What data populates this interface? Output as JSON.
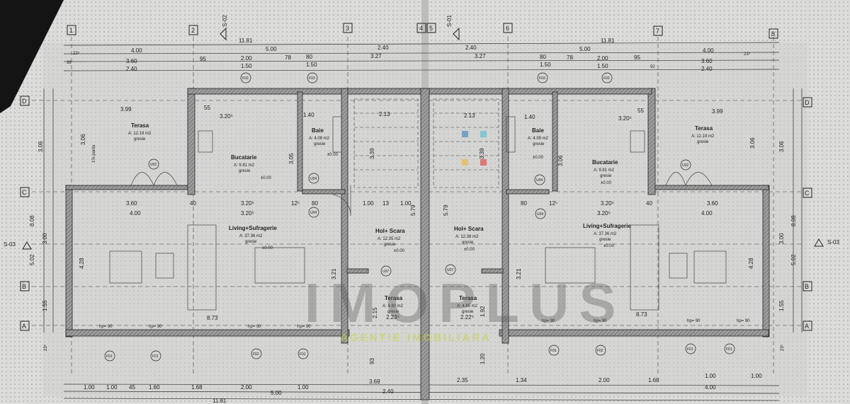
{
  "plan": {
    "grid_columns": [
      "1",
      "2",
      "3",
      "4",
      "5",
      "6",
      "7",
      "8"
    ],
    "grid_rows": [
      "D",
      "C",
      "B",
      "A"
    ],
    "sections": [
      "S-01",
      "S-02",
      "S-03",
      "S-03"
    ],
    "rooms": [
      {
        "name": "Terasa",
        "area": "A: 12.19 m2",
        "floor": "gresie"
      },
      {
        "name": "Bucatarie",
        "area": "A: 9.81 m2",
        "floor": "gresie",
        "level": "±0.00"
      },
      {
        "name": "Baie",
        "area": "A: 4.09 m2",
        "floor": "gresie",
        "level": "±0.00"
      },
      {
        "name": "Living+Sufragerie",
        "area": "A: 37.36 m2",
        "floor": "gresie",
        "level": "±0.00"
      },
      {
        "name": "Hol+ Scara",
        "area": "A: 12.35 m2",
        "floor": "gresie",
        "level": "±0.00"
      },
      {
        "name": "Terasa",
        "area": "A: 4.80 m2",
        "floor": "gresie"
      },
      {
        "name": "Terasa",
        "area": "A: 4.85 m2",
        "floor": "gresie"
      },
      {
        "name": "Hol+ Scara",
        "area": "A: 12.36 m2",
        "floor": "gresie",
        "level": "±0.00"
      },
      {
        "name": "Baie",
        "area": "A: 4.09 m2",
        "floor": "gresie",
        "level": "±0.00"
      },
      {
        "name": "Bucatarie",
        "area": "A: 9.81 m2",
        "floor": "gresie",
        "level": "±0.00"
      },
      {
        "name": "Terasa",
        "area": "A: 12.19 m2",
        "floor": "gresie"
      },
      {
        "name": "Living+Sufragerie",
        "area": "A: 37.36 m2",
        "floor": "gresie",
        "level": "±0.00"
      }
    ],
    "dims_top": [
      "11.81",
      "11.81",
      "4.00",
      "5.00",
      "2.40",
      "2.40",
      "5.00",
      "4.00",
      "3.60",
      "2.40",
      "95",
      "2.00",
      "1.50",
      "78",
      "80",
      "1.50",
      "3.27",
      "3.27",
      "80",
      "1.50",
      "78",
      "2.00",
      "1.50",
      "95",
      "3.60",
      "2.40",
      "23⁵",
      "38",
      "23⁵",
      "92"
    ],
    "dims_inner": [
      "3.99",
      "55",
      "3.20⁵",
      "1.40",
      "2.13",
      "2.13",
      "1.40",
      "3.20⁵",
      "55",
      "3.99",
      "3.60",
      "40",
      "3.20⁵",
      "12⁵",
      "80",
      "1.00",
      "13",
      "1.00",
      "80",
      "12⁵",
      "3.20⁵",
      "40",
      "3.60",
      "4.00",
      "3.20⁵",
      "3.20⁵",
      "4.00",
      "2.23⁵",
      "2.22⁵",
      "3.06",
      "3.05",
      "3.39",
      "3.39",
      "3.06",
      "3.06",
      "4.28",
      "4.28",
      "3.21",
      "3.21",
      "5.79",
      "5.79",
      "8.73",
      "8.73",
      "2.15",
      "1.92"
    ],
    "dims_side": [
      "3.06",
      "8.08",
      "3.00",
      "5.02",
      "1.55",
      "23⁵",
      "3.06",
      "8.08",
      "3.00",
      "5.02",
      "1.55",
      "23⁵"
    ],
    "dims_bottom": [
      "1.00",
      "1.00",
      "45",
      "1.60",
      "1.68",
      "2.00",
      "1.00",
      "3.69",
      "2.40",
      "2.35",
      "1.34",
      "2.00",
      "1.68",
      "1.00",
      "1.00",
      "5.00",
      "4.00",
      "11.81",
      "93",
      "1.20"
    ],
    "sill_heights": [
      "hp= 90",
      "hp= 90",
      "hp= 90",
      "hp= 90",
      "hp= 90",
      "hp= 90",
      "hp= 90",
      "hp= 90"
    ],
    "window_tags": [
      "F01",
      "F01",
      "F02",
      "F01",
      "F01",
      "F02",
      "F01",
      "F01",
      "F02",
      "F03",
      "F03",
      "F02"
    ],
    "door_tags": [
      "U02",
      "U04",
      "U04",
      "U07",
      "U07",
      "U04",
      "U04",
      "U02"
    ],
    "slope_label": "1% panta"
  },
  "watermark": {
    "brand": "IMOPLUS",
    "tagline": "AGENTIE IMOBILIARA"
  }
}
